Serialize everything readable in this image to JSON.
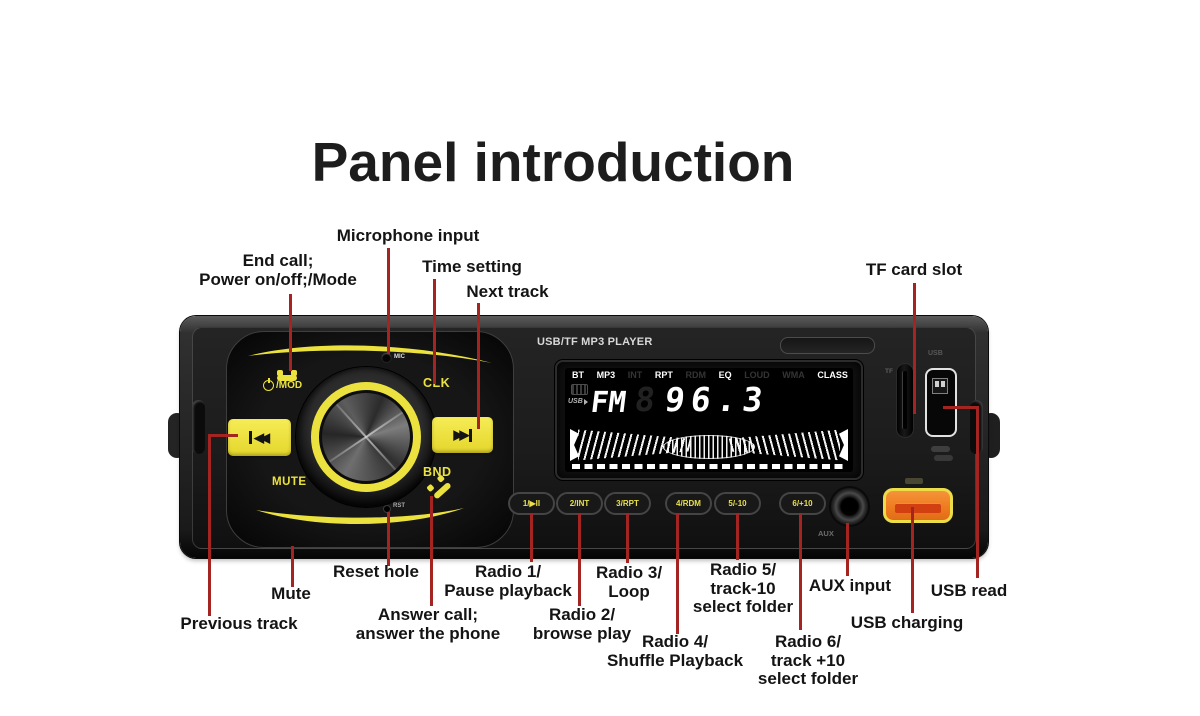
{
  "title": "Panel introduction",
  "colors": {
    "accent_yellow": "#ece23f",
    "accent_orange": "#ef7c20",
    "callout_red": "#a32421",
    "display_text": "#ffffff"
  },
  "callouts": {
    "microphone_input": {
      "lines": [
        "Microphone input"
      ]
    },
    "end_call": {
      "lines": [
        "End call;",
        "Power on/off;/Mode"
      ]
    },
    "time_setting": {
      "lines": [
        "Time setting"
      ]
    },
    "next_track": {
      "lines": [
        "Next track"
      ]
    },
    "tf_card_slot": {
      "lines": [
        "TF card slot"
      ]
    },
    "previous_track": {
      "lines": [
        "Previous track"
      ]
    },
    "mute": {
      "lines": [
        "Mute"
      ]
    },
    "reset_hole": {
      "lines": [
        "Reset hole"
      ]
    },
    "answer_call": {
      "lines": [
        "Answer call;",
        "answer the phone"
      ]
    },
    "radio_1": {
      "lines": [
        "Radio 1/",
        "Pause playback"
      ]
    },
    "radio_2": {
      "lines": [
        "Radio 2/",
        "browse play"
      ]
    },
    "radio_3": {
      "lines": [
        "Radio 3/",
        "Loop"
      ]
    },
    "radio_4": {
      "lines": [
        "Radio 4/",
        "Shuffle Playback"
      ]
    },
    "radio_5": {
      "lines": [
        "Radio 5/",
        "track-10",
        "select folder"
      ]
    },
    "radio_6": {
      "lines": [
        "Radio 6/",
        "track +10",
        "select folder"
      ]
    },
    "aux_input": {
      "lines": [
        "AUX input"
      ]
    },
    "usb_charging": {
      "lines": [
        "USB charging"
      ]
    },
    "usb_read": {
      "lines": [
        "USB read"
      ]
    }
  },
  "radio": {
    "brand": "USB/TF MP3 PLAYER",
    "left_panel": {
      "mod_label": "/MOD",
      "clk_label": "CLK",
      "bnd_label": "BND",
      "mute_label": "MUTE",
      "mic_label": "MIC",
      "rst_label": "RST",
      "prev_symbol": "◀◀",
      "next_symbol": "▶▶"
    },
    "display": {
      "indicators": [
        {
          "label": "BT",
          "on": true
        },
        {
          "label": "MP3",
          "on": true
        },
        {
          "label": "INT",
          "on": false
        },
        {
          "label": "RPT",
          "on": true
        },
        {
          "label": "RDM",
          "on": false
        },
        {
          "label": "EQ",
          "on": true
        },
        {
          "label": "LOUD",
          "on": false
        },
        {
          "label": "WMA",
          "on": false
        },
        {
          "label": "CLASS",
          "on": true
        }
      ],
      "band": "FM",
      "ghost_digit": "8",
      "frequency": "96.3",
      "usb_side_label": "USB"
    },
    "buttons": [
      "1/▶II",
      "2/INT",
      "3/RPT",
      "4/RDM",
      "5/-10",
      "6/+10"
    ],
    "ports": {
      "usb_label": "USB",
      "tf_label": "TF",
      "aux_label": "AUX"
    }
  }
}
